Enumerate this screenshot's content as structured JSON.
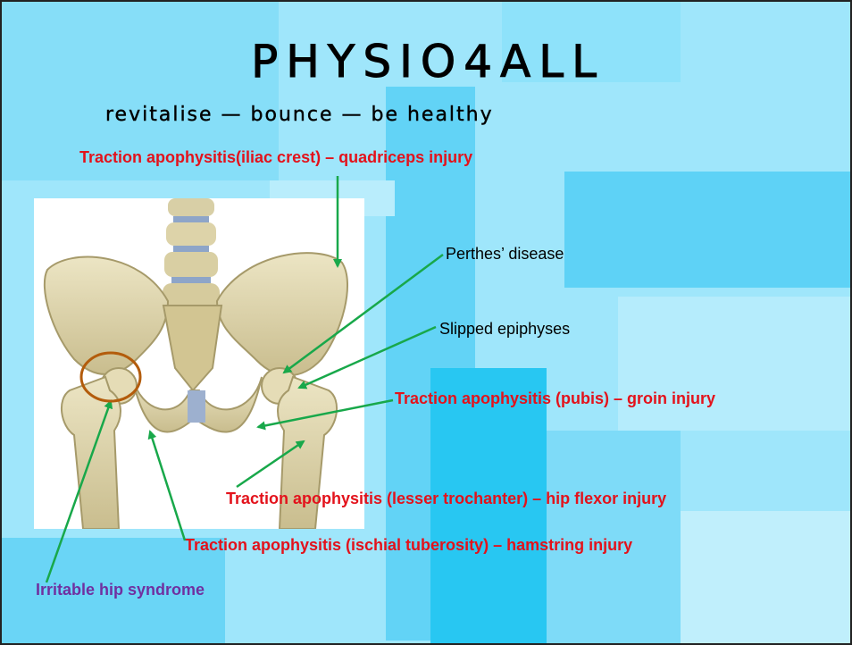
{
  "slide": {
    "title": "PHYSIO4ALL",
    "tagline": "revitalise — bounce — be healthy"
  },
  "labels": {
    "iliac": "Traction apophysitis(iliac crest) – quadriceps injury",
    "perthes": "Perthes’ disease",
    "slipped": "Slipped epiphyses",
    "pubis": "Traction apophysitis (pubis) – groin injury",
    "lesser": "Traction apophysitis (lesser trochanter) – hip flexor injury",
    "ischial": "Traction apophysitis (ischial tuberosity) – hamstring injury",
    "irritable": "Irritable hip syndrome"
  },
  "colors": {
    "background": "#9fe6fb",
    "accent_red": "#e3121b",
    "accent_purple": "#7030a0",
    "arrow_green": "#18a84a",
    "circle_brown": "#b35c0c"
  }
}
